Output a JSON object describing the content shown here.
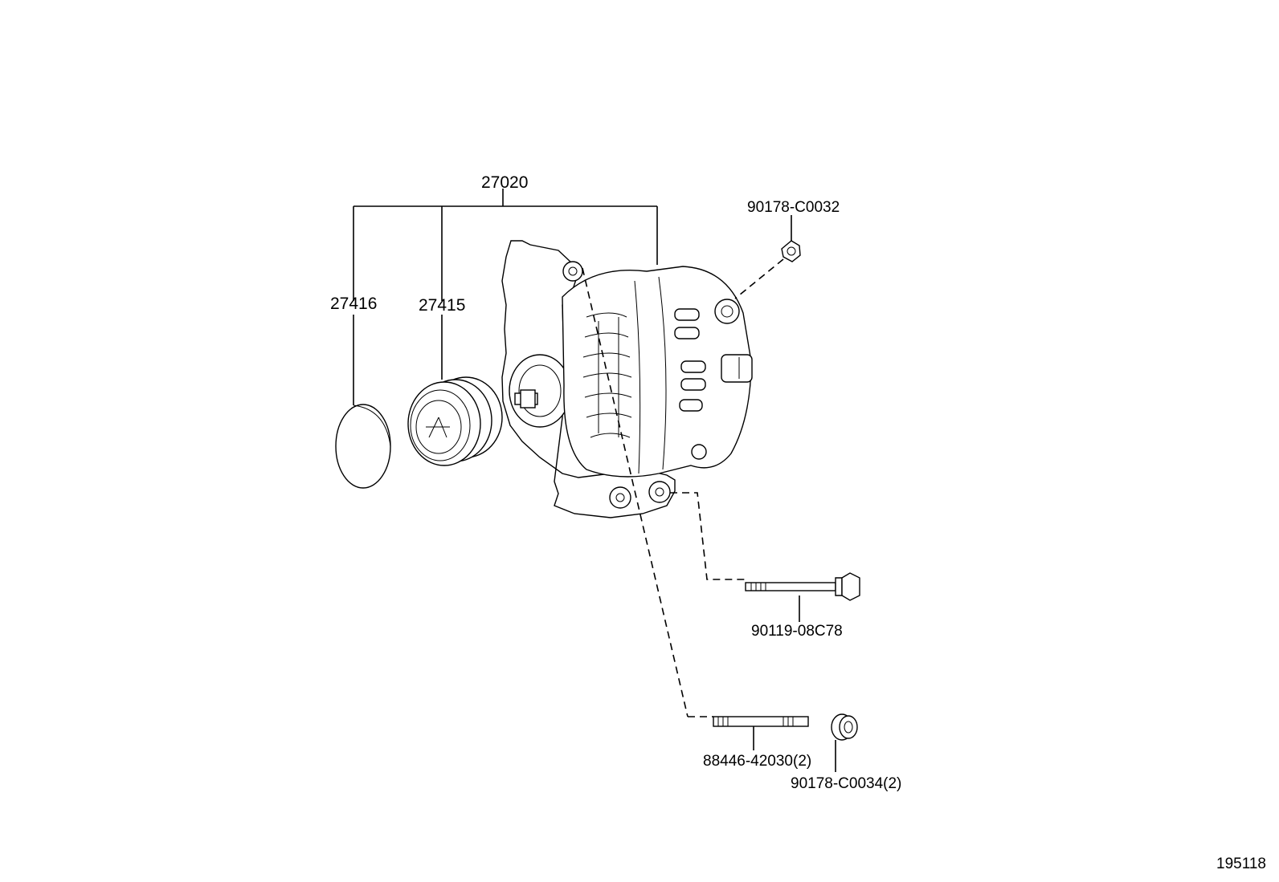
{
  "diagram": {
    "labels": {
      "assembly": "27020",
      "cap": "27416",
      "pulley": "27415",
      "nut_top": "90178-C0032",
      "bolt": "90119-08C78",
      "stud": "88446-42030(2)",
      "nut_bottom": "90178-C0034(2)"
    },
    "figure_number": "195118"
  }
}
